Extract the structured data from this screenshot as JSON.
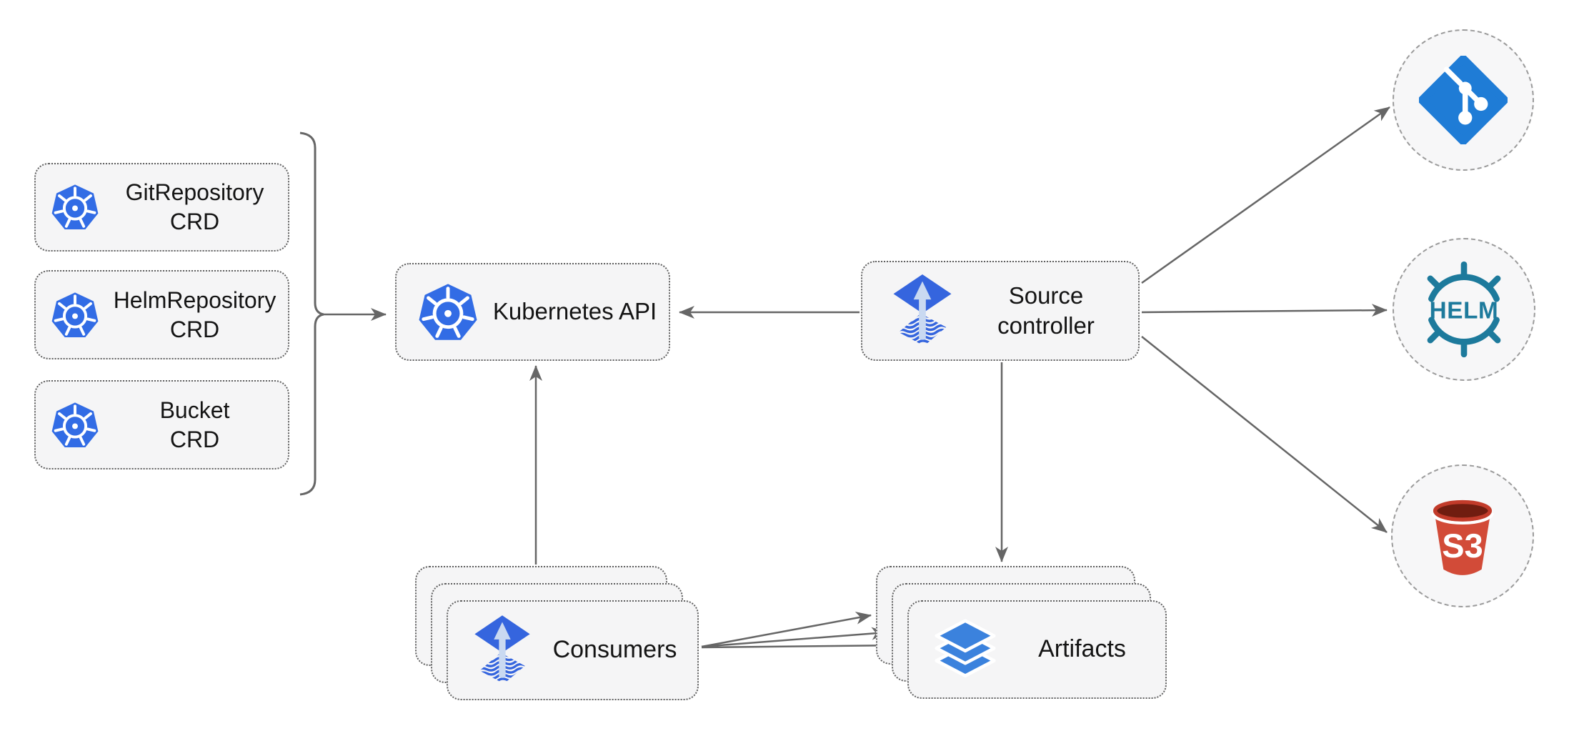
{
  "nodes": {
    "git_repository_crd": {
      "line1": "GitRepository",
      "line2": "CRD"
    },
    "helm_repository_crd": {
      "line1": "HelmRepository",
      "line2": "CRD"
    },
    "bucket_crd": {
      "line1": "Bucket",
      "line2": "CRD"
    },
    "kubernetes_api": {
      "label": "Kubernetes API"
    },
    "source_controller": {
      "line1": "Source",
      "line2": "controller"
    },
    "consumers": {
      "label": "Consumers"
    },
    "artifacts": {
      "label": "Artifacts"
    },
    "helm_endpoint": {
      "logo_text": "HELM"
    },
    "s3_endpoint": {
      "logo_text": "S3"
    }
  },
  "icons": {
    "kubernetes": "kubernetes-wheel-icon",
    "flux": "flux-diamond-arrow-icon",
    "git": "git-branch-diamond-icon",
    "helm": "helm-wheel-icon",
    "s3": "s3-bucket-icon",
    "artifacts": "stacked-layers-icon"
  },
  "colors": {
    "kubernetes_blue": "#326ce5",
    "flux_blue": "#3565de",
    "flux_arrow_light": "#c9d9f1",
    "git_blue": "#1f7cd6",
    "helm_teal": "#1d7a9c",
    "s3_red": "#d24b38",
    "s3_dark": "#701d10",
    "artifact_blue": "#3b82dd",
    "arrow_gray": "#666666",
    "node_fill": "#f5f5f6",
    "node_border": "#5f5f5f",
    "circle_border": "#9b9b9b"
  }
}
